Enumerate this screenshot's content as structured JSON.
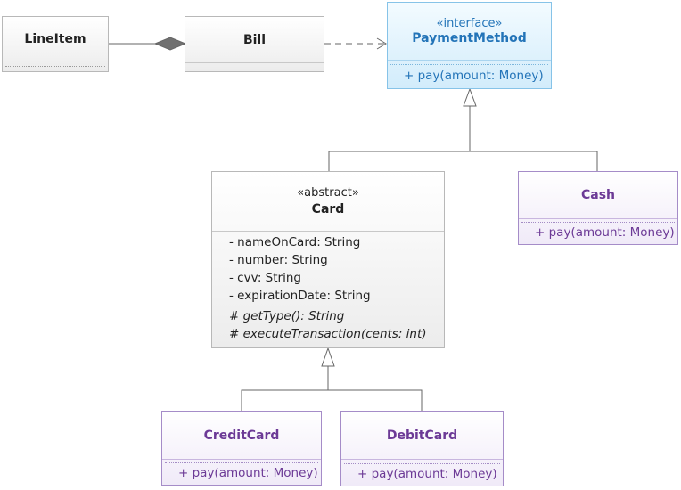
{
  "diagram": {
    "classes": {
      "lineitem": {
        "name": "LineItem"
      },
      "bill": {
        "name": "Bill"
      },
      "paymentmethod": {
        "stereotype": "«interface»",
        "name": "PaymentMethod",
        "operations": [
          "+ pay(amount: Money)"
        ]
      },
      "card": {
        "stereotype": "«abstract»",
        "name": "Card",
        "attributes": [
          "- nameOnCard: String",
          "- number: String",
          "- cvv: String",
          "- expirationDate: String"
        ],
        "operations": [
          "# getType(): String",
          "# executeTransaction(cents: int)"
        ]
      },
      "cash": {
        "name": "Cash",
        "operations": [
          "+ pay(amount: Money)"
        ]
      },
      "creditcard": {
        "name": "CreditCard",
        "operations": [
          "+ pay(amount: Money)"
        ]
      },
      "debitcard": {
        "name": "DebitCard",
        "operations": [
          "+ pay(amount: Money)"
        ]
      }
    },
    "relationships": [
      {
        "type": "composition",
        "from": "LineItem",
        "to": "Bill"
      },
      {
        "type": "dependency",
        "from": "Bill",
        "to": "PaymentMethod"
      },
      {
        "type": "realization",
        "from": "Card",
        "to": "PaymentMethod"
      },
      {
        "type": "realization",
        "from": "Cash",
        "to": "PaymentMethod"
      },
      {
        "type": "generalization",
        "from": "CreditCard",
        "to": "Card"
      },
      {
        "type": "generalization",
        "from": "DebitCard",
        "to": "Card"
      }
    ],
    "colors": {
      "plain_class": "#222222",
      "interface": "#2374b8",
      "concrete_class": "#6c3a96",
      "connector": "#666666"
    }
  }
}
